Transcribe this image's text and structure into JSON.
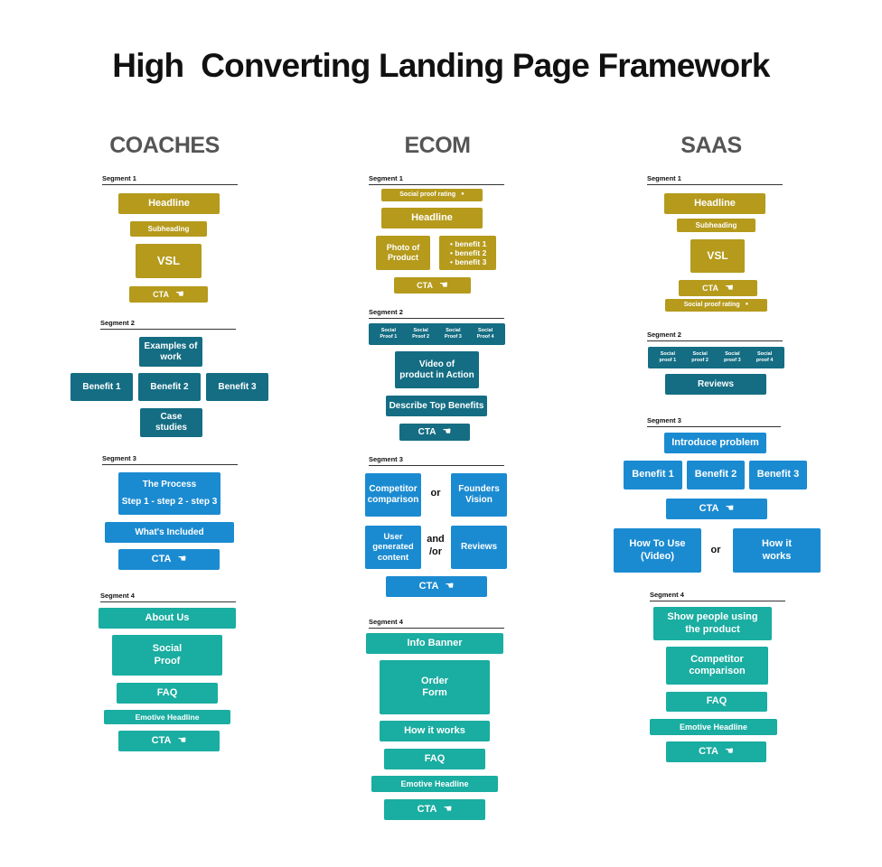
{
  "title": "High  Converting Landing Page Framework",
  "columns": {
    "coaches": {
      "heading": "COACHES",
      "segments": [
        "Segment 1",
        "Segment 2",
        "Segment 3",
        "Segment 4"
      ],
      "s1": {
        "headline": "Headline",
        "subheading": "Subheading",
        "vsl": "VSL",
        "cta": "CTA"
      },
      "s2": {
        "examples": "Examples of\nwork",
        "benefit1": "Benefit 1",
        "benefit2": "Benefit 2",
        "benefit3": "Benefit 3",
        "case": "Case\nstudies"
      },
      "s3": {
        "process_title": "The Process",
        "process_steps": "Step 1 - step 2 - step 3",
        "included": "What's Included",
        "cta": "CTA"
      },
      "s4": {
        "about": "About Us",
        "social": "Social\nProof",
        "faq": "FAQ",
        "emotive": "Emotive Headline",
        "cta": "CTA"
      }
    },
    "ecom": {
      "heading": "ECOM",
      "segments": [
        "Segment 1",
        "Segment 2",
        "Segment 3",
        "Segment 4"
      ],
      "s1": {
        "rating": "Social proof rating",
        "headline": "Headline",
        "photo": "Photo of\nProduct",
        "benefits": [
          "benefit 1",
          "benefit 2",
          "benefit 3"
        ],
        "cta": "CTA"
      },
      "s2": {
        "social_proofs": [
          "Social\nProof 1",
          "Social\nProof 2",
          "Social\nProof 3",
          "Social\nProof 4"
        ],
        "video": "Video of\nproduct in Action",
        "describe": "Describe Top Benefits",
        "cta": "CTA"
      },
      "s3": {
        "competitor": "Competitor\ncomparison",
        "or": "or",
        "founders": "Founders\nVision",
        "ugc": "User\ngenerated\ncontent",
        "andor": "and\n/or",
        "reviews": "Reviews",
        "cta": "CTA"
      },
      "s4": {
        "info": "Info Banner",
        "order": "Order\nForm",
        "how": "How it works",
        "faq": "FAQ",
        "emotive": "Emotive Headline",
        "cta": "CTA"
      }
    },
    "saas": {
      "heading": "SAAS",
      "segments": [
        "Segment 1",
        "Segment 2",
        "Segment 3",
        "Segment 4"
      ],
      "s1": {
        "headline": "Headline",
        "subheading": "Subheading",
        "vsl": "VSL",
        "cta": "CTA",
        "rating": "Social proof rating"
      },
      "s2": {
        "social_proofs": [
          "Social\nproof 1",
          "Social\nproof 2",
          "Social\nproof 3",
          "Social\nproof 4"
        ],
        "reviews": "Reviews"
      },
      "s3": {
        "intro": "Introduce problem",
        "benefit1": "Benefit 1",
        "benefit2": "Benefit 2",
        "benefit3": "Benefit 3",
        "cta": "CTA",
        "howto": "How To Use\n(Video)",
        "or": "or",
        "howworks": "How it\nworks"
      },
      "s4": {
        "show": "Show people using\nthe product",
        "competitor": "Competitor\ncomparison",
        "faq": "FAQ",
        "emotive": "Emotive Headline",
        "cta": "CTA"
      }
    }
  },
  "colors": {
    "segment1": "#b59a1c",
    "segment2": "#146d83",
    "segment3": "#1b8bd1",
    "segment4": "#1aada1"
  },
  "icons": {
    "cta": "pointing-hand-icon",
    "rating": "dot-icon"
  }
}
